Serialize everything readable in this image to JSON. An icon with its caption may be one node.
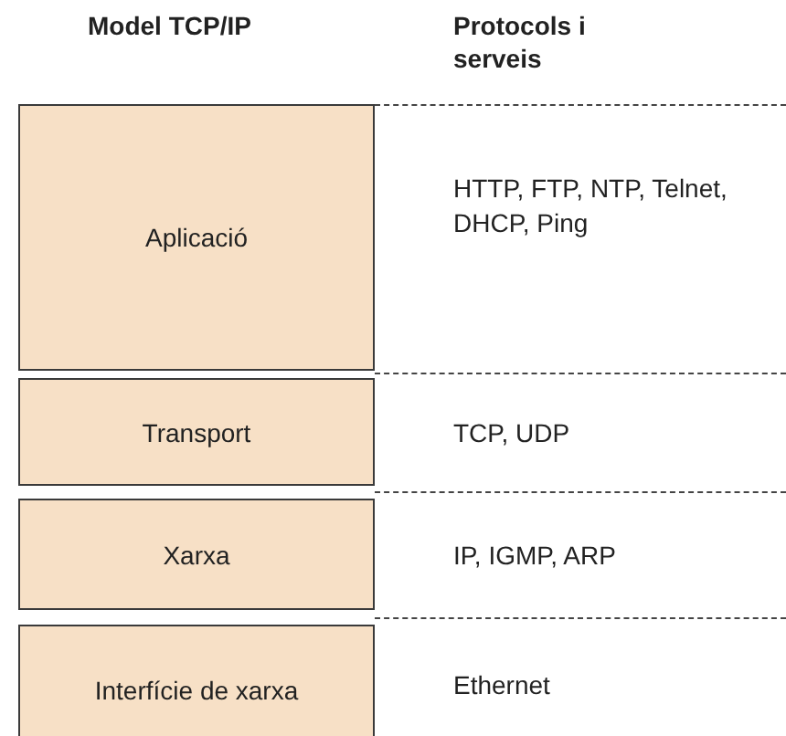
{
  "diagram": {
    "nodes": [
      {
        "text": [
          "Aplicació"
        ]
      },
      {
        "text": [
          "Transport"
        ]
      },
      {
        "text": [
          "Xarxa"
        ]
      },
      {
        "text": [
          "Interfície de xarxa"
        ]
      }
    ],
    "labels": [
      "Model TCP/IP",
      "Protocols i serveis",
      "HTTP, FTP, NTP, Telnet, DHCP, Ping",
      "TCP, UDP",
      "IP, IGMP, ARP",
      "Ethernet"
    ]
  }
}
